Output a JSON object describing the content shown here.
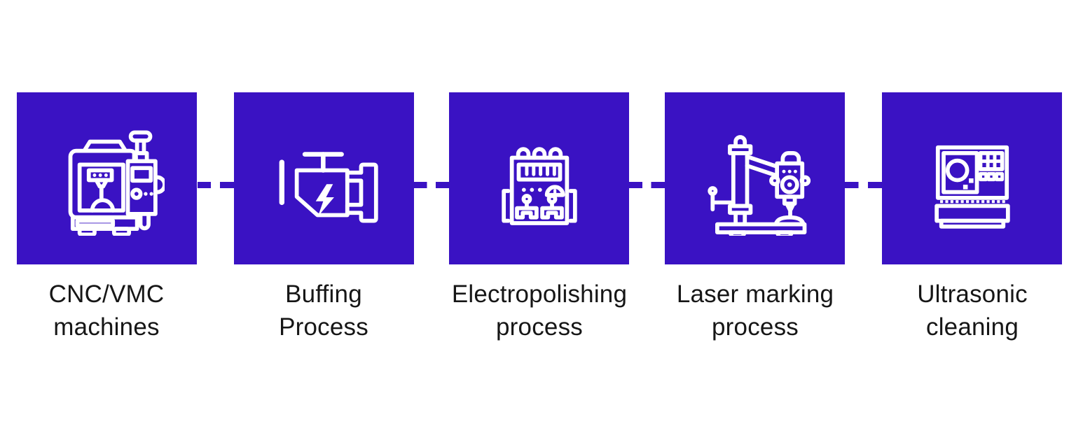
{
  "diagram": {
    "type": "process-flow",
    "colors": {
      "accent": "#3A12C3",
      "icon_stroke": "#FFFFFF",
      "label_text": "#161616",
      "background": "#FFFFFF"
    },
    "connector_style": "dashed",
    "steps": [
      {
        "label": "CNC/VMC\nmachines",
        "icon": "cnc-machine-icon"
      },
      {
        "label": "Buffing\nProcess",
        "icon": "engine-icon"
      },
      {
        "label": "Electropolishing\nprocess",
        "icon": "electropolishing-machine-icon"
      },
      {
        "label": "Laser marking\nprocess",
        "icon": "laser-marking-machine-icon"
      },
      {
        "label": "Ultrasonic\ncleaning",
        "icon": "ultrasonic-cleaner-icon"
      }
    ]
  }
}
